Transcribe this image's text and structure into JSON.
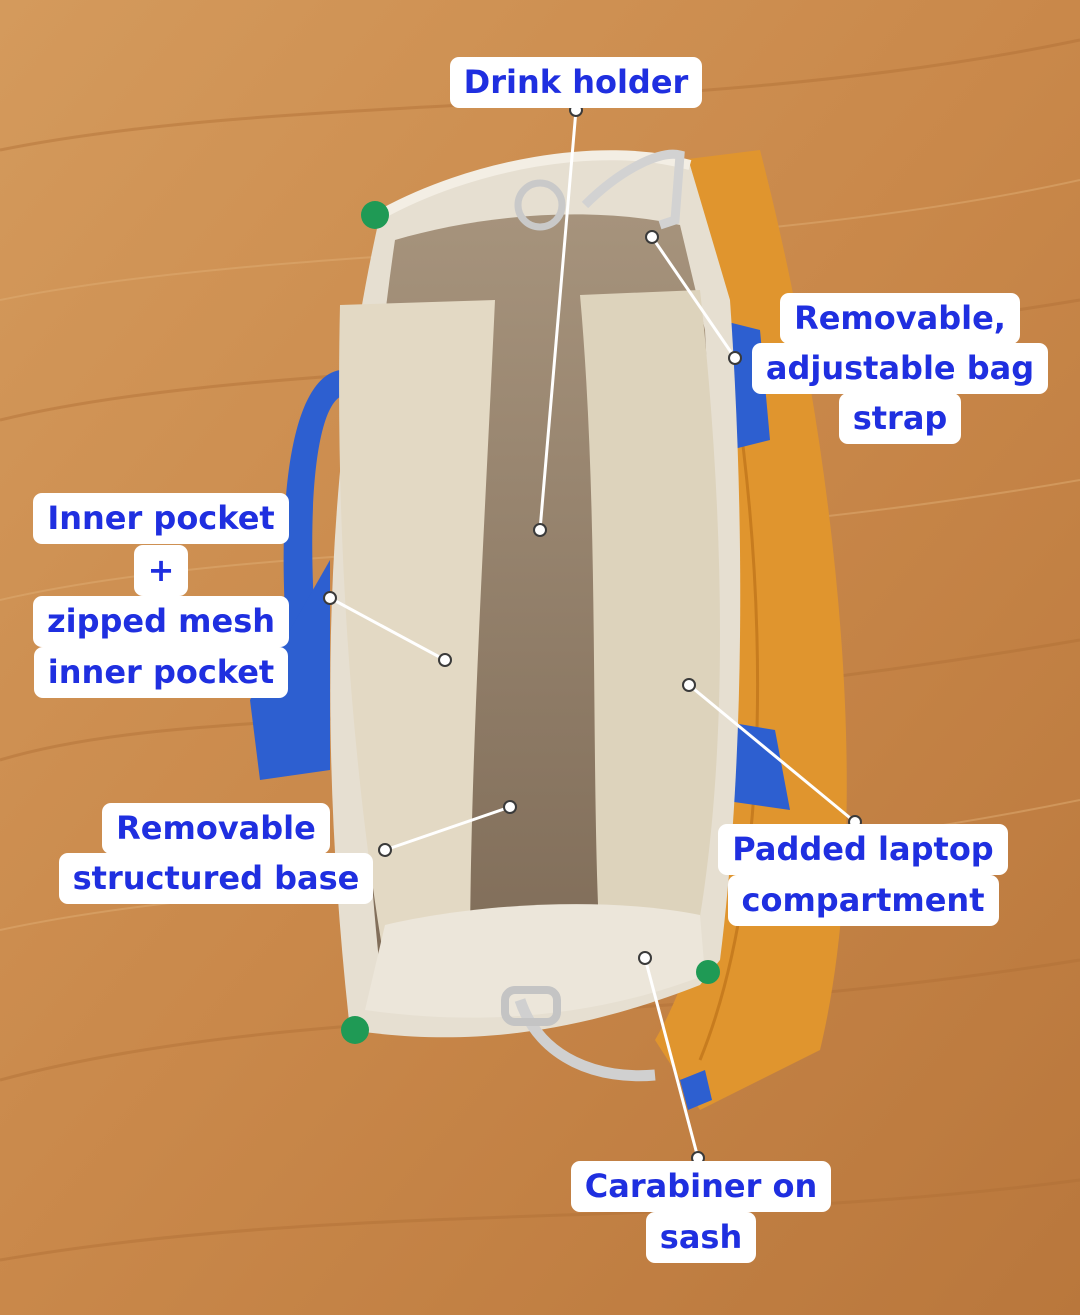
{
  "colors": {
    "wood": "#c98a4c",
    "canvas": "#e9e2d4",
    "liner": "#8c7a66",
    "strap_orange": "#e0952e",
    "handle_blue": "#2d5fd0",
    "corner_green": "#1f9a55",
    "label_text": "#1f2fe0",
    "label_bg": "#ffffff"
  },
  "labels": {
    "drink_holder": {
      "lines": [
        "Drink holder"
      ]
    },
    "bag_strap": {
      "lines": [
        "Removable,",
        "adjustable bag",
        "strap"
      ]
    },
    "inner_pocket": {
      "lines": [
        "Inner pocket",
        "+",
        "zipped mesh",
        "inner pocket"
      ]
    },
    "structured_base": {
      "lines": [
        "Removable",
        "structured base"
      ]
    },
    "laptop_compartment": {
      "lines": [
        "Padded laptop",
        "compartment"
      ]
    },
    "carabiner": {
      "lines": [
        "Carabiner on",
        "sash"
      ]
    }
  }
}
